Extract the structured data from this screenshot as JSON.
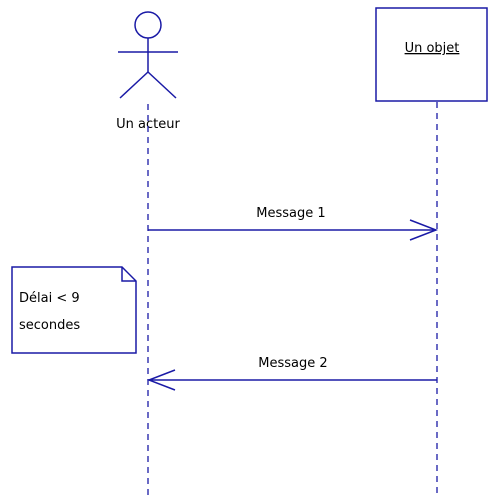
{
  "diagram": {
    "type": "uml-sequence",
    "actor": {
      "label": "Un acteur"
    },
    "object": {
      "label": "Un objet"
    },
    "messages": [
      {
        "label": "Message 1",
        "from": "actor",
        "to": "object",
        "direction": "right"
      },
      {
        "label": "Message 2",
        "from": "object",
        "to": "actor",
        "direction": "left"
      }
    ],
    "note": {
      "lines": [
        "Délai < 9",
        "secondes"
      ]
    },
    "colors": {
      "line": "#1a1aa6",
      "text": "#000000",
      "background": "#ffffff"
    }
  }
}
